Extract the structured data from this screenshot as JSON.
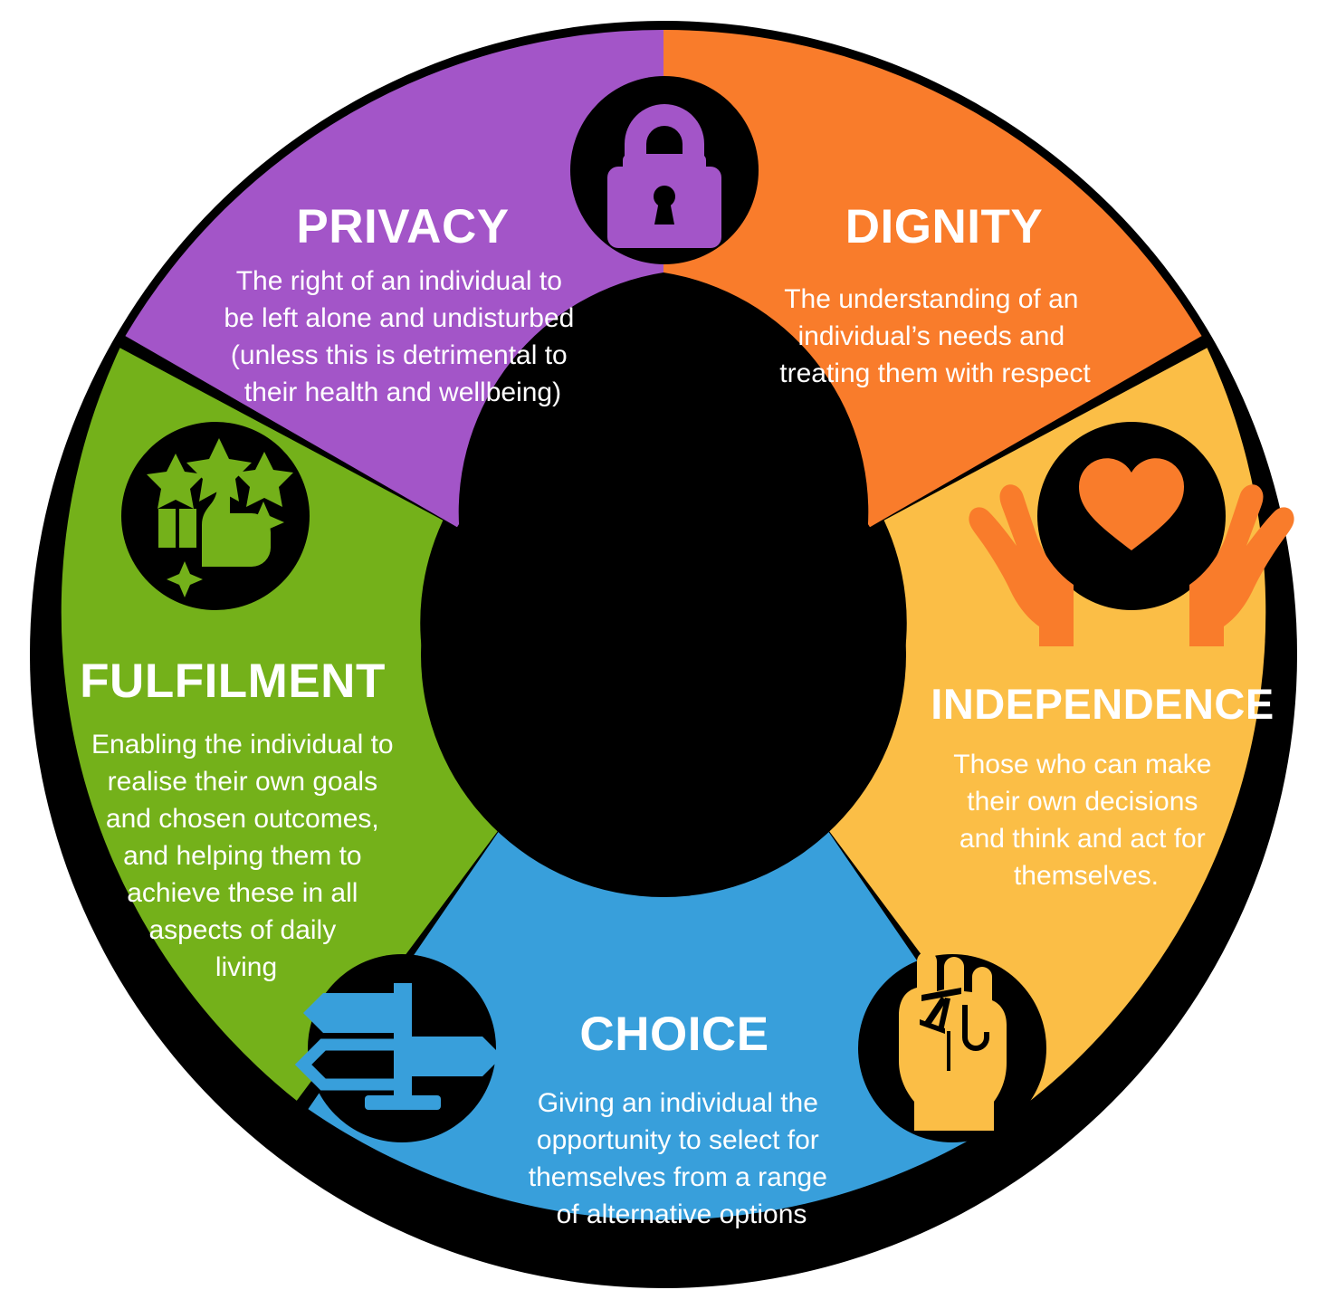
{
  "diagram": {
    "type": "donut-wheel",
    "title": "Care Values Wheel",
    "background_color": "#ffffff",
    "ring_color": "#000000",
    "center_color": "#000000",
    "segment_count": 5
  },
  "segments": [
    {
      "id": "privacy",
      "title": "PRIVACY",
      "color": "#a355c8",
      "icon": "lock-icon",
      "body_lines": [
        "The right of an individual to",
        "be left alone and undisturbed",
        "(unless this is detrimental to",
        "their health and wellbeing)"
      ]
    },
    {
      "id": "dignity",
      "title": "DIGNITY",
      "color": "#f97c2b",
      "icon": "hands-holding-heart-icon",
      "body_lines": [
        "The understanding of an",
        "individual’s needs and",
        "treating them with respect"
      ]
    },
    {
      "id": "independence",
      "title": "INDEPENDENCE",
      "color": "#fbbe46",
      "icon": "raised-fist-icon",
      "body_lines": [
        "Those who can make",
        "their own decisions",
        "and think and act for",
        "themselves."
      ]
    },
    {
      "id": "choice",
      "title": "CHOICE",
      "color": "#389fdb",
      "icon": "signpost-icon",
      "body_lines": [
        "Giving an individual the",
        "opportunity to select for",
        "themselves from a range",
        "of alternative options"
      ]
    },
    {
      "id": "fulfilment",
      "title": "FULFILMENT",
      "color": "#74b11a",
      "icon": "thumbs-up-stars-icon",
      "body_lines": [
        "Enabling the individual to",
        "realise their own goals",
        "and chosen outcomes,",
        "and helping them to",
        "achieve these in all",
        "aspects of daily",
        "living"
      ]
    }
  ]
}
